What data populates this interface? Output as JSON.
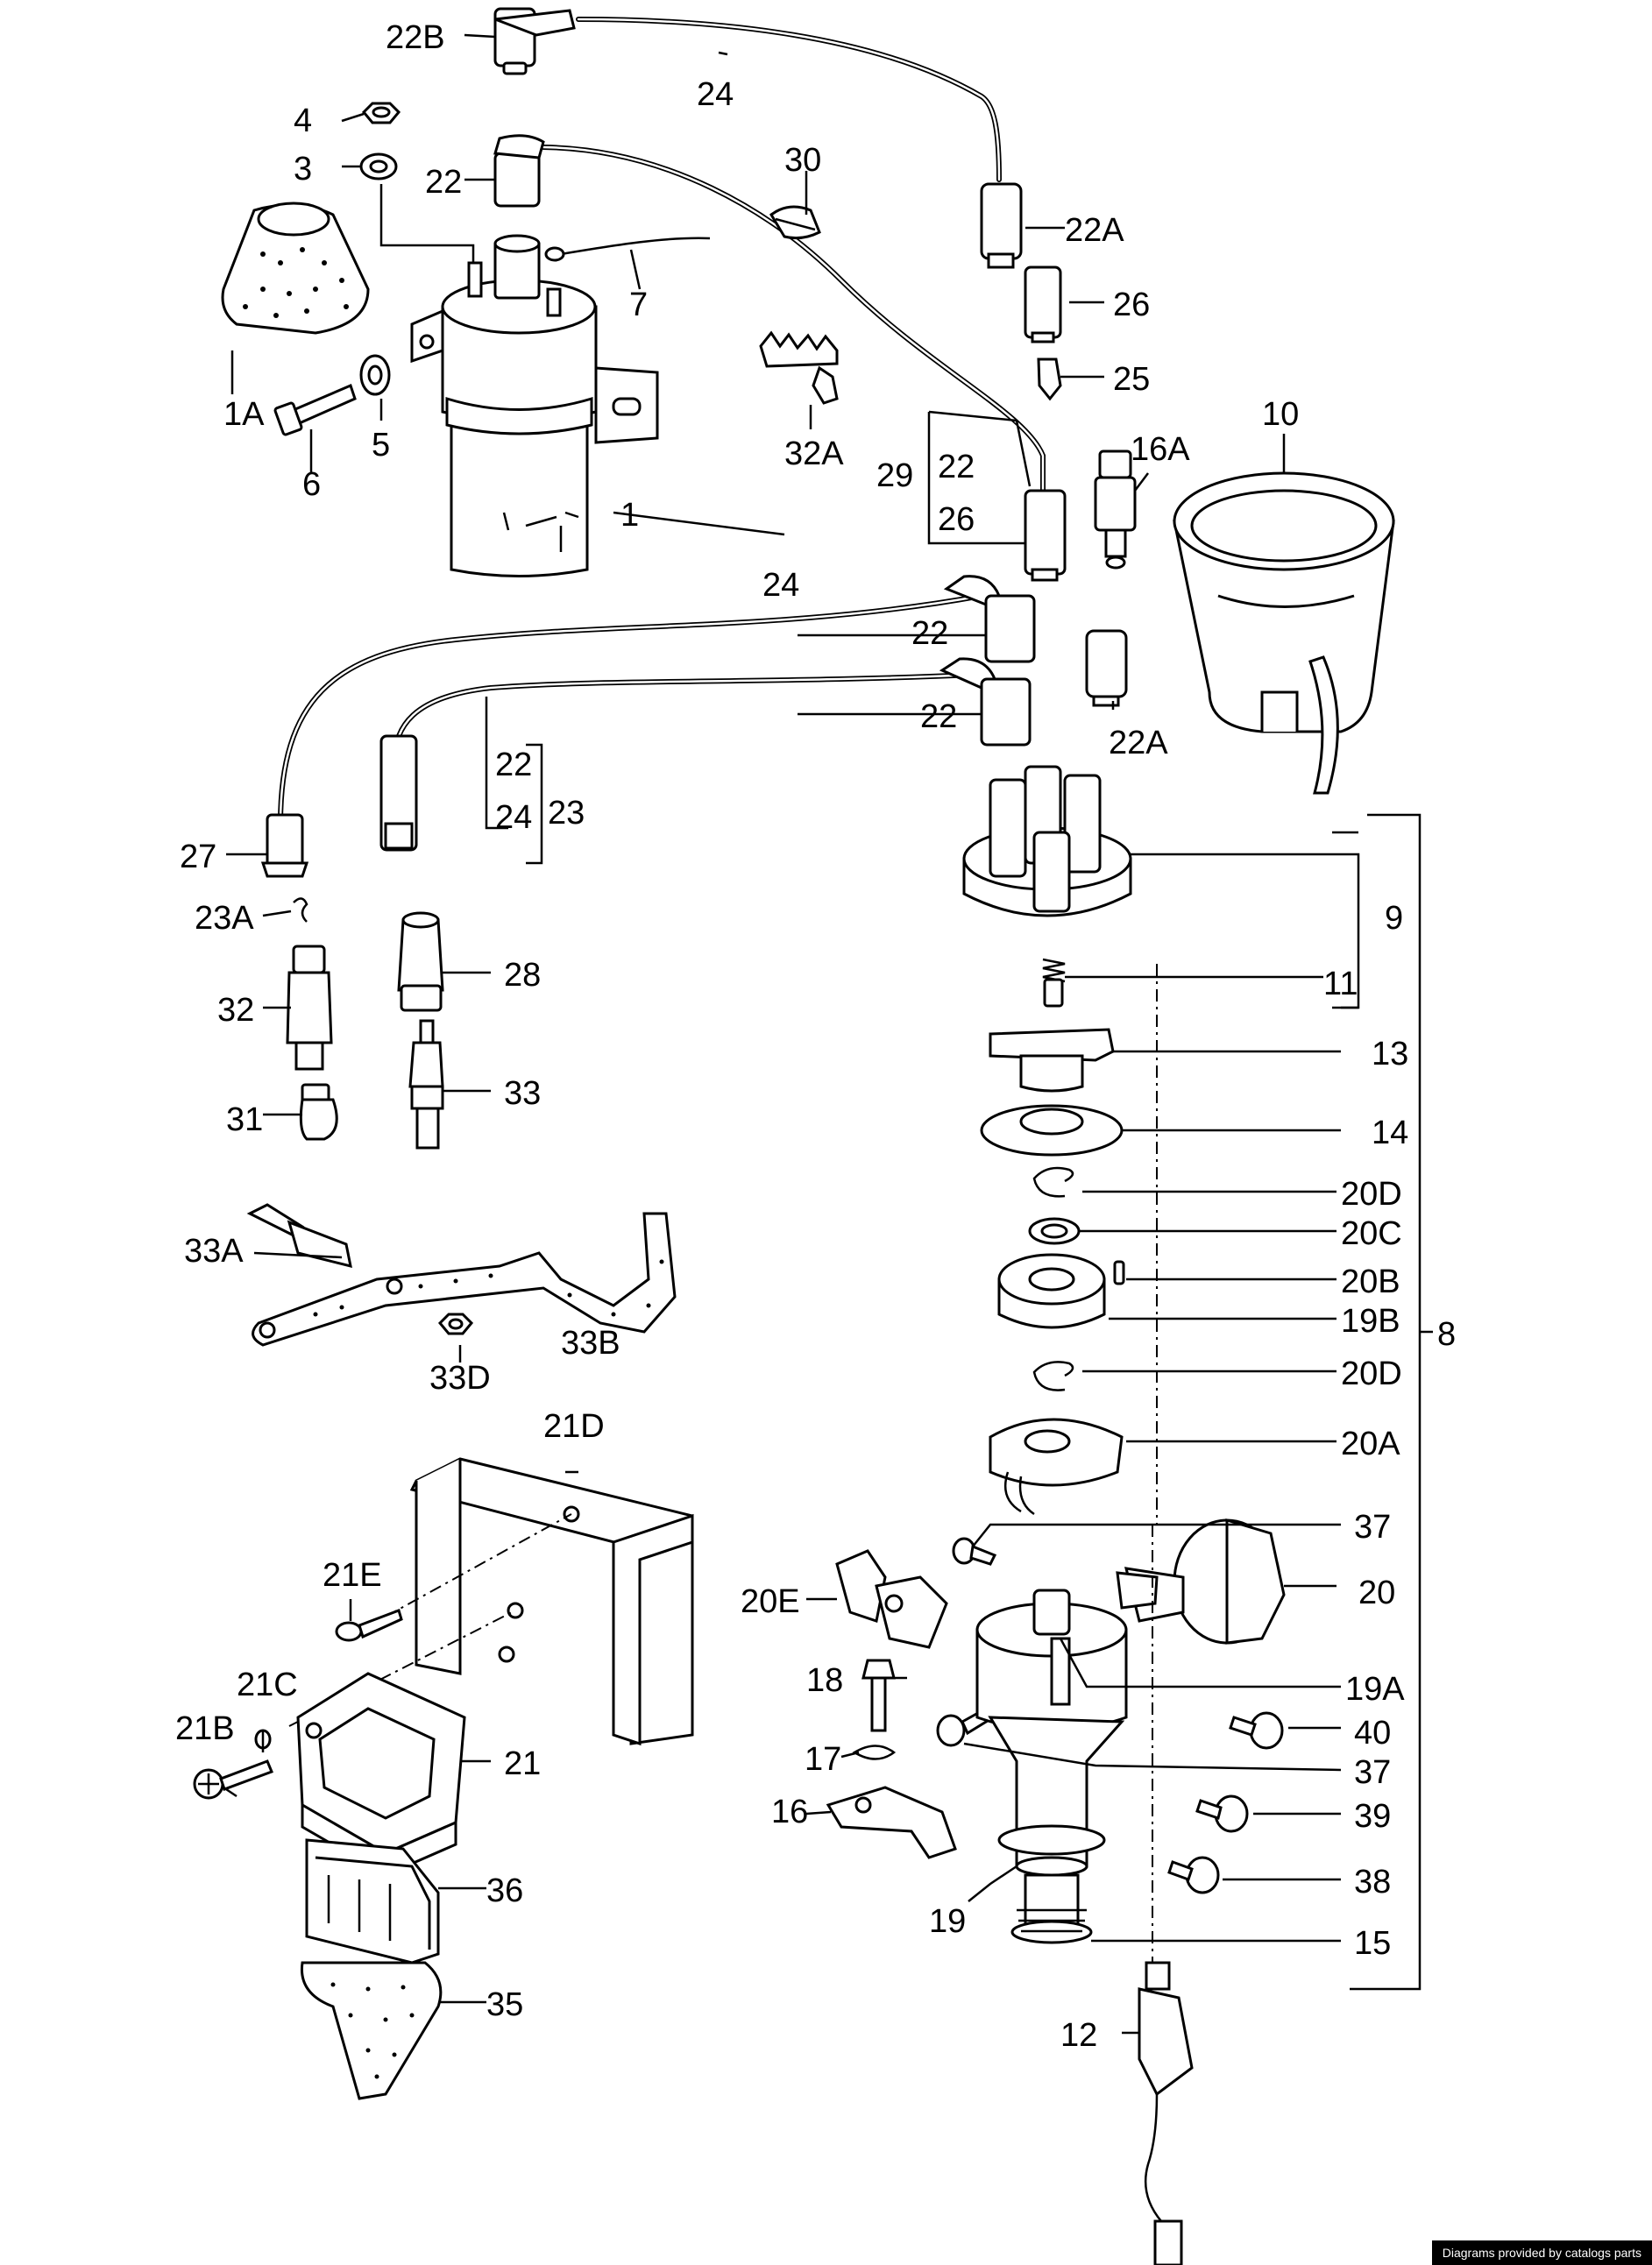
{
  "diagram": {
    "labels": {
      "l22B": "22B",
      "l24a": "24",
      "l4": "4",
      "l3": "3",
      "l22a": "22",
      "l30": "30",
      "l22Aa": "22A",
      "l7": "7",
      "l1A": "1A",
      "l6": "6",
      "l5": "5",
      "l26a": "26",
      "l25": "25",
      "l32A": "32A",
      "l10": "10",
      "l16A": "16A",
      "l29": "29",
      "l22b": "22",
      "l26b": "26",
      "l1": "1",
      "l24b": "24",
      "l22c": "22",
      "l22d": "22",
      "l22Ab": "22A",
      "l22e": "22",
      "l24c": "24",
      "l23": "23",
      "l27": "27",
      "l9": "9",
      "l23A": "23A",
      "l11": "11",
      "l28": "28",
      "l32": "32",
      "l13": "13",
      "l33": "33",
      "l31": "31",
      "l14": "14",
      "l20Da": "20D",
      "l20C": "20C",
      "l33A": "33A",
      "l20B": "20B",
      "l19B": "19B",
      "l8": "8",
      "l33B": "33B",
      "l33D": "33D",
      "l20Db": "20D",
      "l21D": "21D",
      "l20A": "20A",
      "l21E": "21E",
      "l37a": "37",
      "l20E": "20E",
      "l20": "20",
      "l18": "18",
      "l21C": "21C",
      "l19A": "19A",
      "l21B": "21B",
      "l40": "40",
      "l21": "21",
      "l17": "17",
      "l37b": "37",
      "l16": "16",
      "l39": "39",
      "l36": "36",
      "l38": "38",
      "l19": "19",
      "l15": "15",
      "l35": "35",
      "l12": "12"
    },
    "credit": "Diagrams provided by catalogs parts"
  }
}
